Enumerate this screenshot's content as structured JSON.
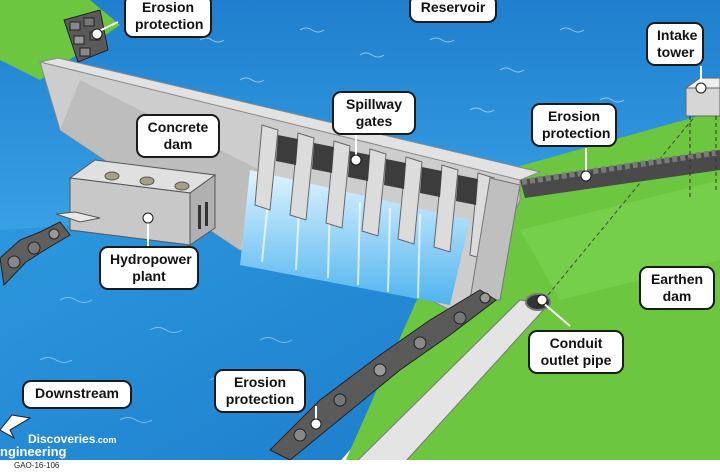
{
  "labels": {
    "erosion_protection_top": "Erosion\nprotection",
    "reservoir": "Reservoir",
    "intake_tower": "Intake\ntower",
    "concrete_dam": "Concrete\ndam",
    "spillway_gates": "Spillway\ngates",
    "erosion_protection_right": "Erosion\nprotection",
    "hydropower_plant": "Hydropower\nplant",
    "earthen_dam": "Earthen\ndam",
    "conduit_outlet_pipe": "Conduit\noutlet pipe",
    "downstream": "Downstream",
    "erosion_protection_bottom": "Erosion\nprotection"
  },
  "credits": {
    "watermark_line1": "Discoveries",
    "watermark_suffix": ".com",
    "watermark_line2": "ngineering",
    "source_code": "GAO-16-106"
  },
  "colors": {
    "water": "#2a8fd6",
    "grass": "#6cc640",
    "concrete": "#c9c9c9",
    "label_border": "#1a1a1a"
  }
}
